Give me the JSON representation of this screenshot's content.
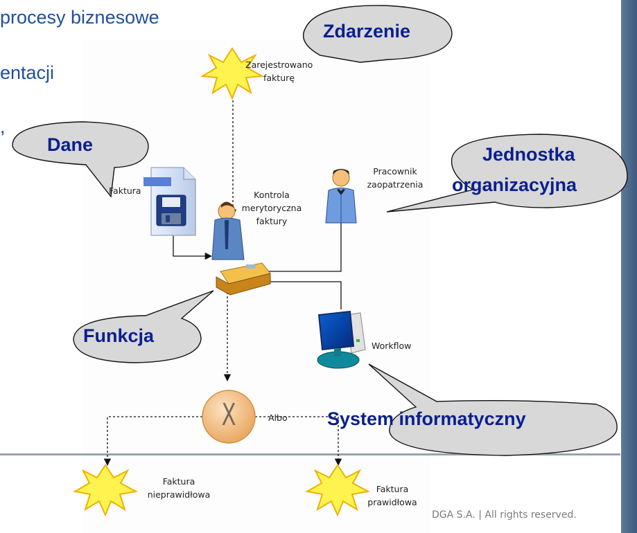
{
  "slide": {
    "line1": "procesy biznesowe",
    "line2": "entacji",
    "line3": ","
  },
  "diagram": {
    "event_top": "Zarejestrowano fakturę",
    "event_top_l1": "Zarejestrowano",
    "event_top_l2": "fakturę",
    "data_label": "Faktura",
    "function_l1": "Kontrola",
    "function_l2": "merytoryczna",
    "function_l3": "faktury",
    "role_l1": "Pracownik",
    "role_l2": "zaopatrzenia",
    "system_label": "Workflow",
    "xor_label": "Albo",
    "xor_symbol": "X",
    "event_left_l1": "Faktura",
    "event_left_l2": "nieprawidłowa",
    "event_right_l1": "Faktura",
    "event_right_l2": "prawidłowa"
  },
  "callouts": {
    "event": "Zdarzenie",
    "data": "Dane",
    "org_l1": "Jednostka",
    "org_l2": "organizacyjna",
    "function": "Funkcja",
    "system": "System informatyczny"
  },
  "footer": "DGA S.A. | All rights reserved.",
  "colors": {
    "slide_text": "#1f4e9c",
    "callout_text": "#0a1f8f",
    "callout_fill": "#d8d8d8",
    "event_fill": "#fff44f",
    "event_stroke": "#f0b000",
    "xor_fill": "#f6c38e"
  },
  "icons": [
    "starburst-event-icon",
    "document-floppy-icon",
    "clerk-at-desk-icon",
    "businessman-icon",
    "computer-workstation-icon",
    "xor-connector-icon"
  ]
}
